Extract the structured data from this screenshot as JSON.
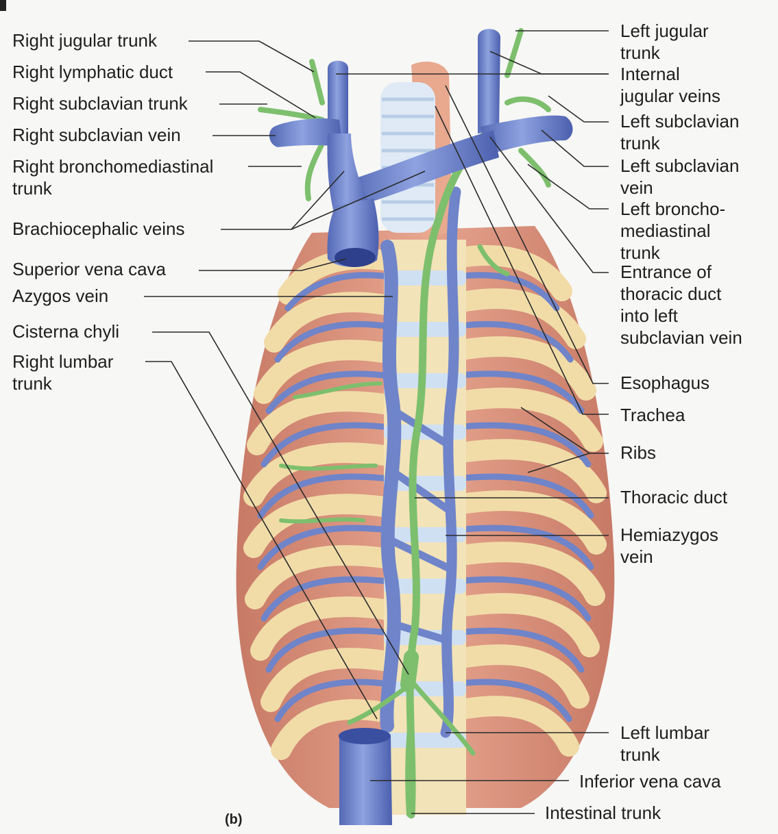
{
  "panel_label": "(b)",
  "labels": {
    "right_jugular_trunk": "Right jugular trunk",
    "right_lymphatic_duct": "Right lymphatic duct",
    "right_subclavian_trunk": "Right subclavian trunk",
    "right_subclavian_vein": "Right subclavian vein",
    "right_bronchomediastinal_trunk": "Right bronchomediastinal\ntrunk",
    "brachiocephalic_veins": "Brachiocephalic veins",
    "superior_vena_cava": "Superior vena cava",
    "azygos_vein": "Azygos vein",
    "cisterna_chyli": "Cisterna chyli",
    "right_lumbar_trunk": "Right lumbar\ntrunk",
    "left_jugular_trunk": "Left jugular\ntrunk",
    "internal_jugular_veins": "Internal\njugular veins",
    "left_subclavian_trunk": "Left subclavian\ntrunk",
    "left_subclavian_vein": "Left subclavian\nvein",
    "left_bronchomediastinal_trunk": "Left broncho-\nmediastinal\ntrunk",
    "entrance_thoracic_duct": "Entrance of\nthoracic duct\ninto left\nsubclavian vein",
    "esophagus": "Esophagus",
    "trachea": "Trachea",
    "ribs": "Ribs",
    "thoracic_duct": "Thoracic duct",
    "hemiazygos_vein": "Hemiazygos\nvein",
    "left_lumbar_trunk": "Left lumbar\ntrunk",
    "inferior_vena_cava": "Inferior vena cava",
    "intestinal_trunk": "Intestinal trunk"
  },
  "colors": {
    "vein": "#6f84c9",
    "vein_dark": "#3d4f9a",
    "lymph": "#7dbf6d",
    "rib": "#f3dfae",
    "muscle": "#d98f78",
    "cartilage": "#c8d9f0",
    "leader": "#2a2a2a"
  }
}
